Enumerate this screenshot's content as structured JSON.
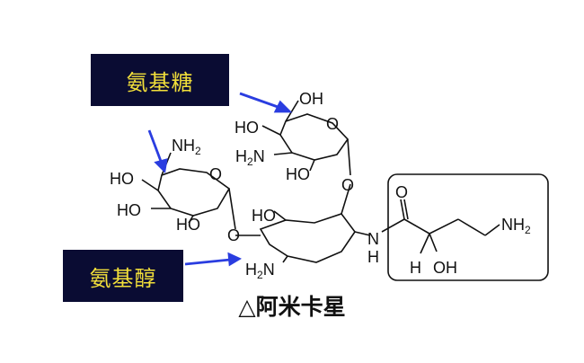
{
  "labels": {
    "amino_sugar": "氨基糖",
    "amino_alcohol": "氨基醇"
  },
  "caption": "△阿米卡星",
  "atoms": {
    "oh": "OH",
    "ho": "HO",
    "h2n": "H2N",
    "nh2": "NH2",
    "o": "O",
    "n": "N",
    "h": "H",
    "h2n_main": "H",
    "h2n_n": "N",
    "h2n_sub": "2",
    "nh2_n": "NH",
    "nh2_sub": "2"
  },
  "colors": {
    "label_bg": "#0a0c33",
    "label_text": "#f2df3a",
    "arrow": "#2a3de0",
    "bond": "#111111"
  }
}
